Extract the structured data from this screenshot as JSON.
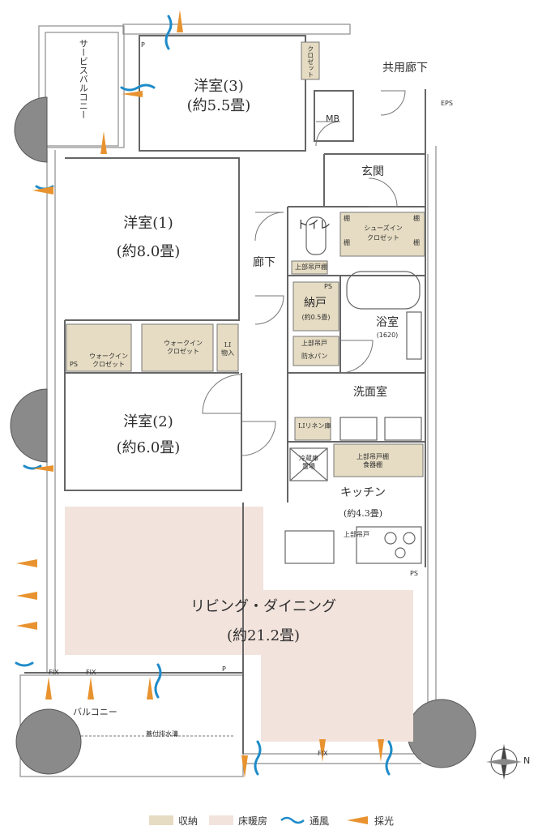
{
  "rooms": {
    "western3": {
      "name": "洋室(3)",
      "size": "(約5.5畳)"
    },
    "western1": {
      "name": "洋室(1)",
      "size": "(約8.0畳)"
    },
    "western2": {
      "name": "洋室(2)",
      "size": "(約6.0畳)"
    },
    "living": {
      "name": "リビング・ダイニング",
      "size": "(約21.2畳)"
    },
    "kitchen": {
      "name": "キッチン",
      "size": "(約4.3畳)"
    },
    "storage": {
      "name": "納戸",
      "size": "(約0.5畳)"
    },
    "bath": {
      "name": "浴室",
      "size": "(1620)"
    },
    "washroom": "洗面室",
    "toilet": "トイレ",
    "entrance": "玄関",
    "corridor": "廊下",
    "service_balcony": "サービスバルコニー",
    "balcony": "バルコニー",
    "common_corridor": "共用廊下"
  },
  "labels": {
    "closet": "クロゼット",
    "mb": "MB",
    "eps": "EPS",
    "p": "P",
    "ps": "PS",
    "shoes_closet_1": "シューズイン",
    "shoes_closet_2": "クロゼット",
    "shelf": "棚",
    "walkin1_1": "ウォークイン",
    "walkin1_2": "クロゼット",
    "walkin2_1": "ウォークイン",
    "walkin2_2": "クロゼット",
    "li_storage_1": "LI",
    "li_storage_2": "物入",
    "upper_shelf": "上部吊戸棚",
    "upper_shelf_short": "上部吊戸",
    "upper_shelf_dish": "上部吊戸棚",
    "dish_shelf": "食器棚",
    "li_linen": "LIリネン庫",
    "fridge_1": "冷蔵庫",
    "fridge_2": "置場",
    "washer": "防水パン",
    "fix": "FIX",
    "fx": "FIX",
    "drain": "蓋付排水溝",
    "compass": "N"
  },
  "legend": [
    {
      "label": "収納",
      "color": "#e6dcc3"
    },
    {
      "label": "床暖房",
      "color": "#f2e3dd"
    },
    {
      "label": "通風",
      "color": "#1e8bc9"
    },
    {
      "label": "採光",
      "color": "#e8932f"
    }
  ],
  "colors": {
    "wall": "#8a8a8a",
    "storage": "#e6dcc3",
    "floor_heat": "#f2e3dd",
    "line": "#555555"
  }
}
